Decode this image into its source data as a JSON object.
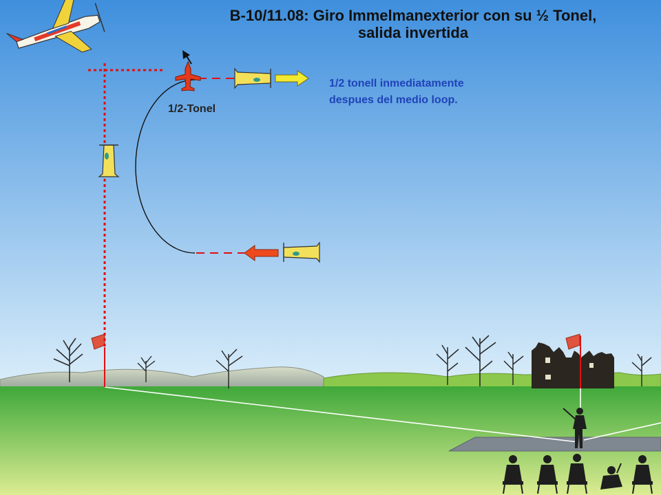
{
  "title": {
    "line1": "B-10/11.08: Giro Immelmanexterior con su ½ Tonel,",
    "line2": "salida invertida"
  },
  "labels": {
    "half_roll": "1/2-Tonel",
    "note_line1": "1/2 tonell inmediatamente",
    "note_line2": "despues del medio loop."
  },
  "colors": {
    "sky_top": "#3f8fdd",
    "sky_bottom": "#dbeefa",
    "grass_top": "#3fa83a",
    "grass_bottom": "#d9eb8e",
    "boundary_red": "#e01010",
    "note_blue": "#1f43b8",
    "plane_yellow": "#f2e05a",
    "plane_red": "#e23b1e",
    "entry_arrow": "#ee4a1e",
    "exit_arrow": "#f0ea30"
  }
}
